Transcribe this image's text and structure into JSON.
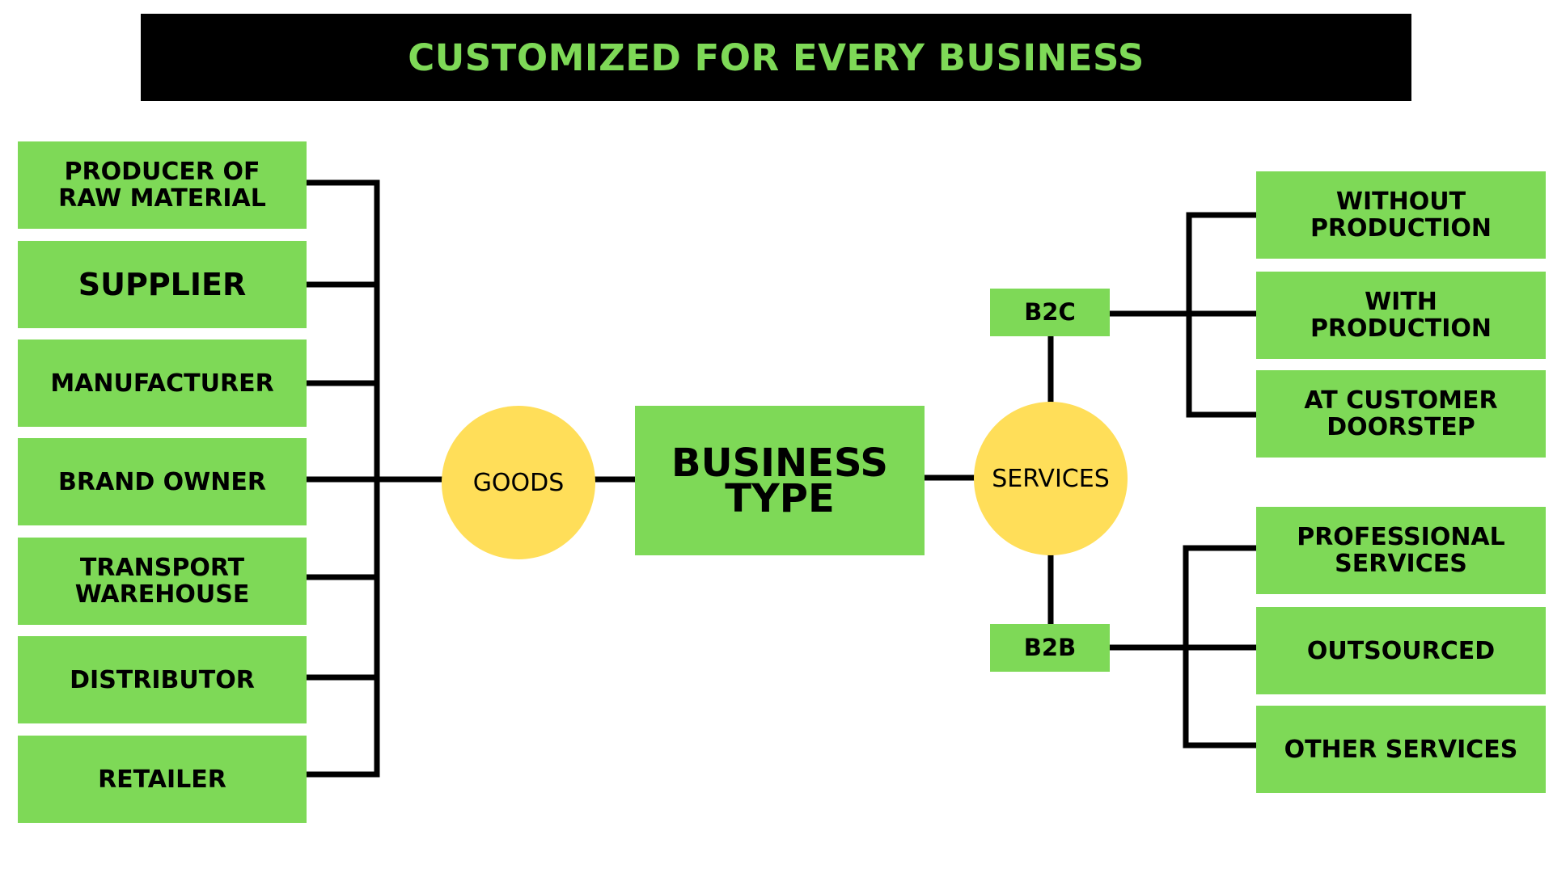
{
  "title": "CUSTOMIZED FOR EVERY BUSINESS",
  "center": "BUSINESS\nTYPE",
  "goods": {
    "label": "GOODS",
    "items": [
      "PRODUCER OF\nRAW MATERIAL",
      "SUPPLIER",
      "MANUFACTURER",
      "BRAND OWNER",
      "TRANSPORT\nWAREHOUSE",
      "DISTRIBUTOR",
      "RETAILER"
    ]
  },
  "services": {
    "label": "SERVICES",
    "b2c": {
      "label": "B2C",
      "items": [
        "WITHOUT\nPRODUCTION",
        "WITH\nPRODUCTION",
        "AT CUSTOMER\nDOORSTEP"
      ]
    },
    "b2b": {
      "label": "B2B",
      "items": [
        "PROFESSIONAL\nSERVICES",
        "OUTSOURCED",
        "OTHER SERVICES"
      ]
    }
  },
  "colors": {
    "box": "#7ed957",
    "circle": "#ffde59",
    "banner": "#000000",
    "banner_text": "#7ed957",
    "line": "#000000"
  }
}
